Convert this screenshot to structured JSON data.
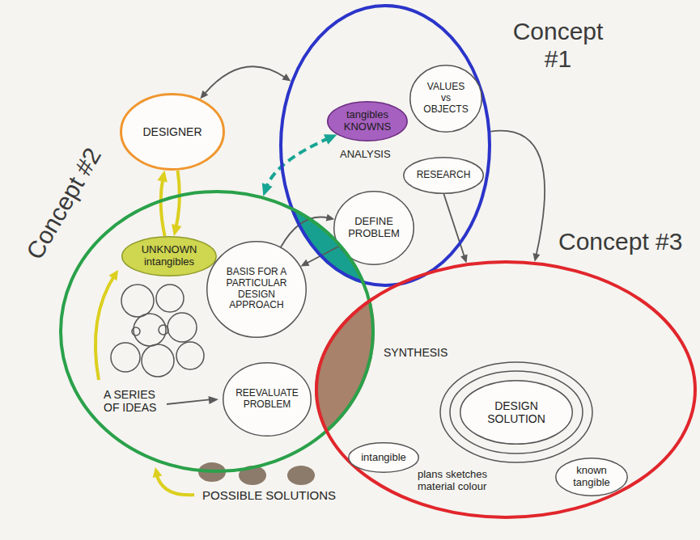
{
  "diagram": {
    "nodes": [
      {
        "text": [
          "DESIGNER"
        ]
      },
      {
        "text": [
          "Concept #1"
        ]
      },
      {
        "text": [
          "tangibles KNOWNS"
        ],
        "in": 1
      },
      {
        "text": [
          "VALUES vs OBJECTS"
        ],
        "in": 1
      },
      {
        "text": [
          "RESEARCH"
        ],
        "in": 1
      },
      {
        "text": [
          "DEFINE PROBLEM"
        ],
        "in": 1
      },
      {
        "text": [
          "Concept #2"
        ]
      },
      {
        "text": [
          "UNKNOWN intangibles"
        ],
        "in": 6
      },
      {
        "text": [
          "BASIS FOR A PARTICULAR DESIGN APPROACH"
        ],
        "in": 6
      },
      {
        "text": [
          "REEVALUATE PROBLEM"
        ],
        "in": 6
      },
      {
        "text": [
          "Concept #3"
        ]
      },
      {
        "text": [
          "DESIGN SOLUTION"
        ],
        "in": 10
      },
      {
        "text": [
          "intangible"
        ],
        "in": 10
      },
      {
        "text": [
          "known tangible"
        ],
        "in": 10
      }
    ],
    "edges": [
      {
        "from": 0,
        "to": 1,
        "arrow": "both"
      },
      {
        "from": 0,
        "to": 7,
        "arrow": "to"
      },
      {
        "from": 7,
        "to": 0,
        "arrow": "to"
      },
      {
        "from": 2,
        "to": 6,
        "arrow": "both"
      },
      {
        "from": 1,
        "to": 10,
        "arrow": "to"
      },
      {
        "from": 4,
        "to": 10,
        "arrow": "to"
      },
      {
        "from": 5,
        "to": 8,
        "arrow": "to"
      },
      {
        "from": 8,
        "to": 5,
        "arrow": "to"
      }
    ],
    "labels": [
      "ANALYSIS",
      "A SERIES OF IDEAS",
      "SYNTHESIS",
      "plans sketches material colour",
      "POSSIBLE SOLUTIONS"
    ]
  }
}
